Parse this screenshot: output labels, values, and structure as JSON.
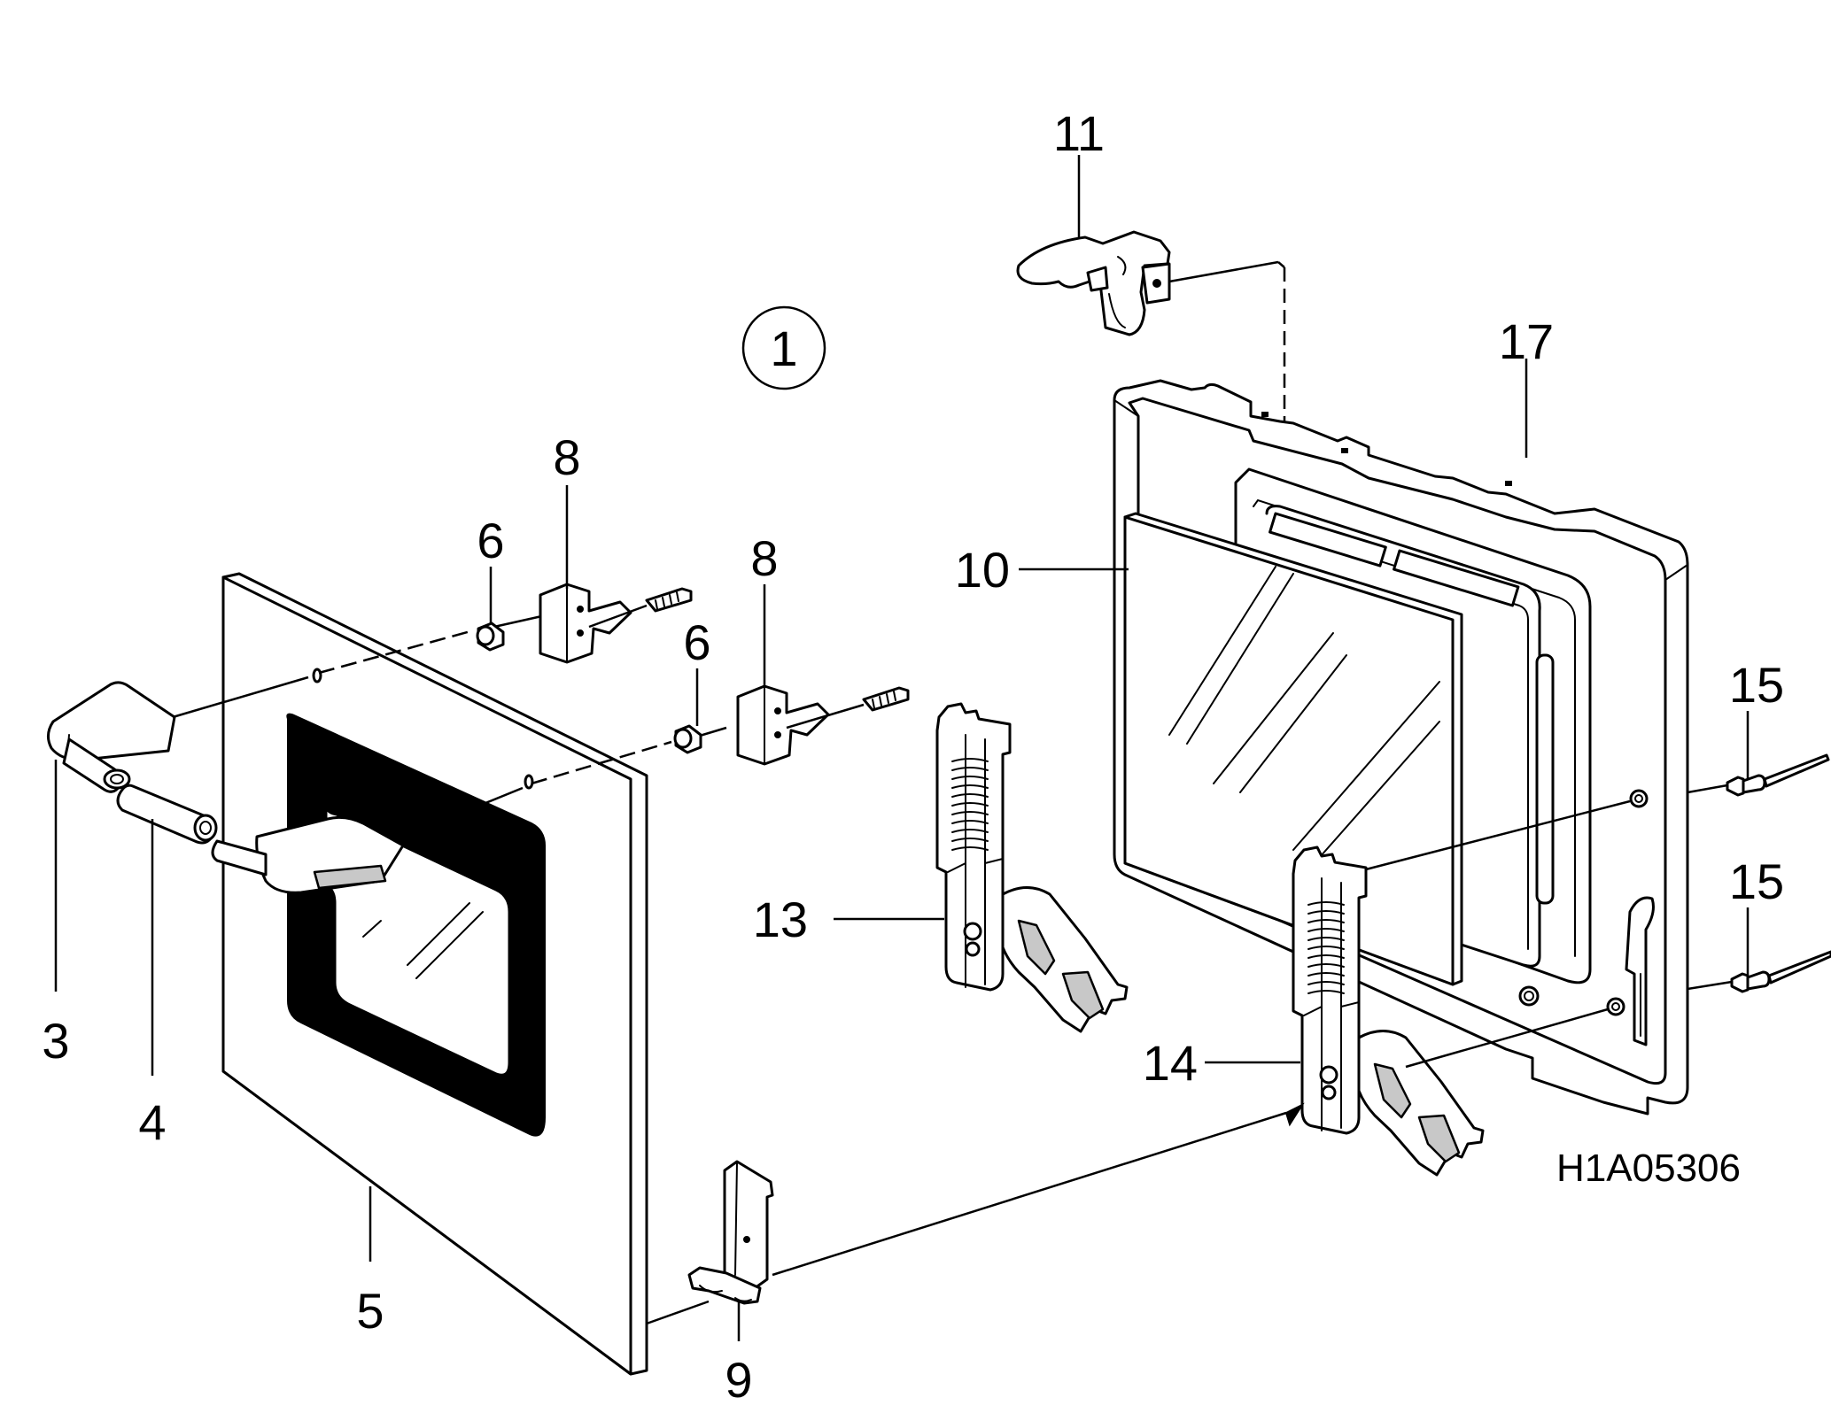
{
  "drawing_code": "H1A05306",
  "assembly_number": "1",
  "labels": {
    "p3": "3",
    "p4": "4",
    "p5": "5",
    "p6a": "6",
    "p6b": "6",
    "p8a": "8",
    "p8b": "8",
    "p9": "9",
    "p10": "10",
    "p11": "11",
    "p13": "13",
    "p14": "14",
    "p15a": "15",
    "p15b": "15",
    "p17": "17"
  }
}
